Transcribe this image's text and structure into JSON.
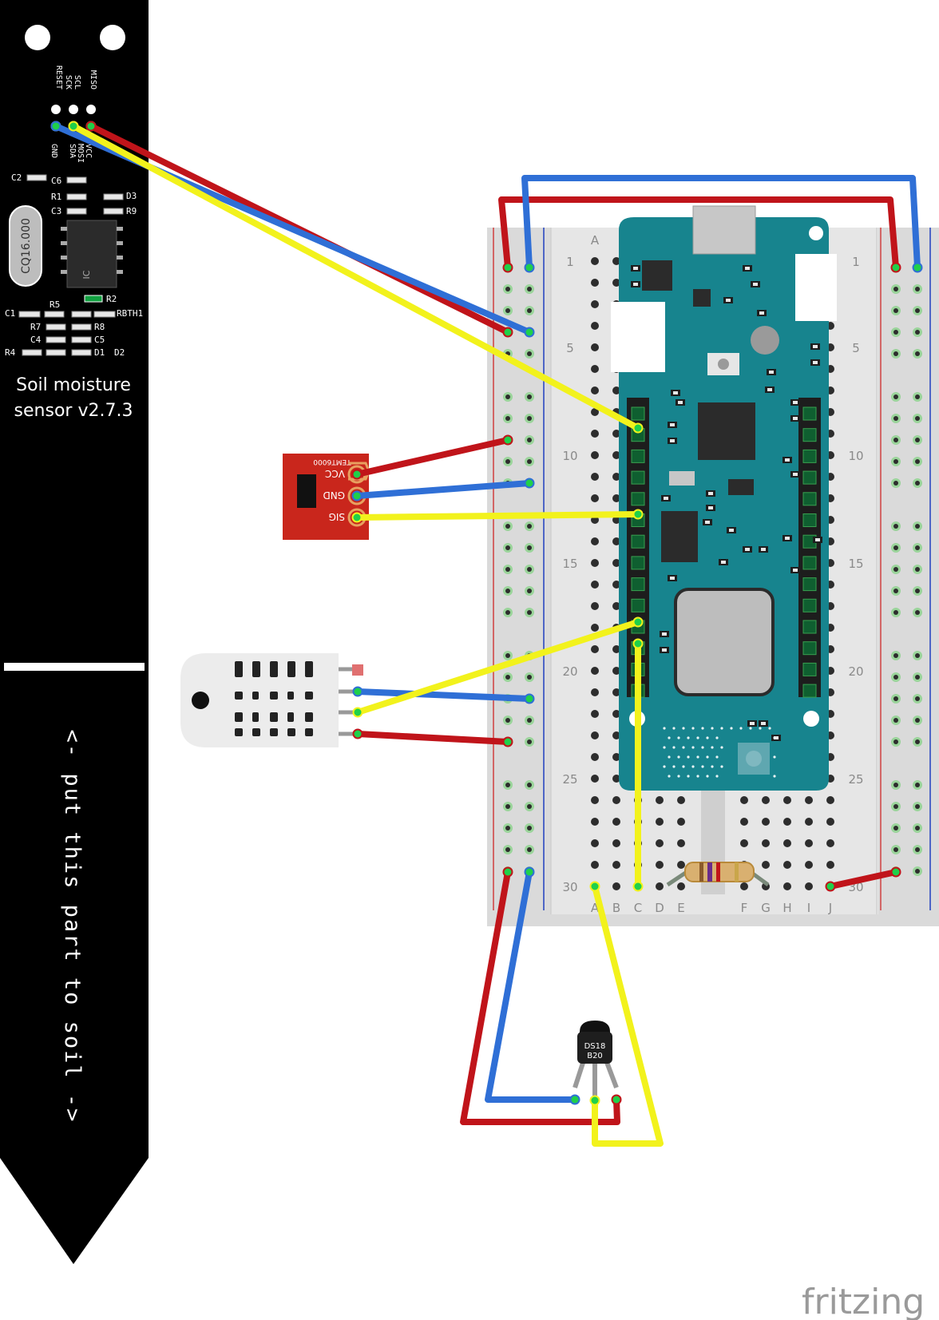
{
  "soil_sensor": {
    "pin_labels_top": [
      "RESET",
      "SCK",
      "SCL",
      "MISO"
    ],
    "pin_labels_bottom": [
      "GND",
      "SDA",
      "MOSI",
      "VCC"
    ],
    "crystal": "CQ16.000",
    "components": [
      "C2",
      "C6",
      "R1",
      "D3",
      "C3",
      "R9",
      "R2",
      "R5",
      "C1",
      "RBTH1",
      "R7",
      "R8",
      "C4",
      "C5",
      "R4",
      "D1",
      "D2"
    ],
    "chip_mark": "IC",
    "name_line1": "Soil moisture",
    "name_line2": "sensor v2.7.3",
    "instruction": "<- put this part to soil ->"
  },
  "temt": {
    "title": "TEMT6000",
    "pins": [
      "VCC",
      "GND",
      "SIG"
    ]
  },
  "ds18b20": {
    "line1": "DS18",
    "line2": "B20"
  },
  "breadboard": {
    "columns_left": [
      "A",
      "B",
      "C",
      "D",
      "E"
    ],
    "columns_right": [
      "F",
      "G",
      "H",
      "I",
      "J"
    ],
    "row_numbers": [
      "1",
      "5",
      "10",
      "15",
      "20",
      "25",
      "30"
    ]
  },
  "branding": {
    "logo": "fritzing"
  },
  "colors": {
    "wire_red": "#c0141a",
    "wire_blue": "#2f6fd6",
    "wire_yellow": "#f2f21c",
    "board_teal": "#17848e",
    "breadboard": "#dcdcdc",
    "temt_red": "#c9261c"
  }
}
